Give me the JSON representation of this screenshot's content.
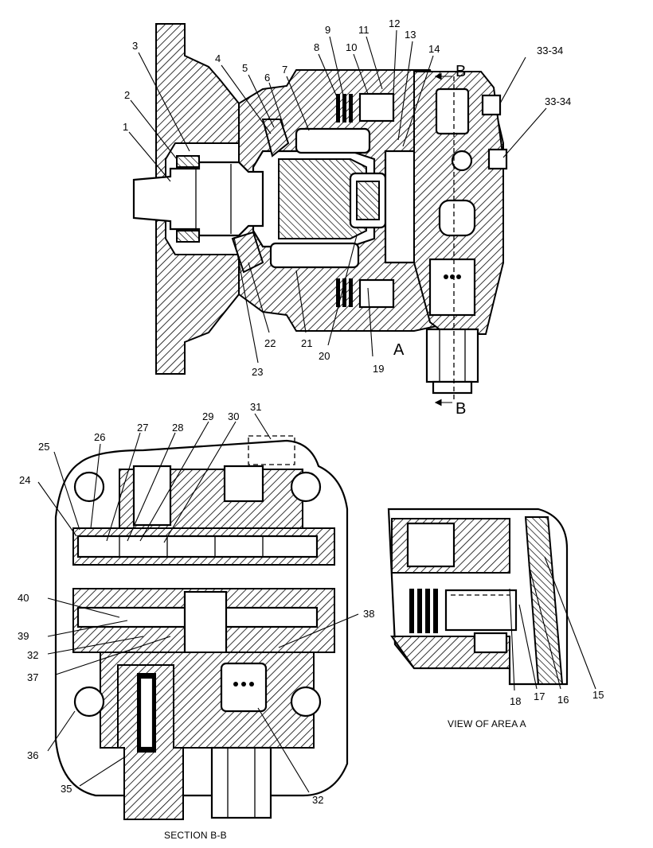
{
  "callouts": {
    "c1": "1",
    "c2": "2",
    "c3": "3",
    "c4": "4",
    "c5": "5",
    "c6": "6",
    "c7": "7",
    "c8": "8",
    "c9": "9",
    "c10": "10",
    "c11": "11",
    "c12": "12",
    "c13": "13",
    "c14": "14",
    "c33a": "33-34",
    "c33b": "33-34",
    "c22": "22",
    "c21": "21",
    "c20": "20",
    "c19": "19",
    "c23": "23",
    "c24": "24",
    "c25": "25",
    "c26": "26",
    "c27": "27",
    "c28": "28",
    "c29": "29",
    "c30": "30",
    "c31": "31",
    "c40": "40",
    "c39": "39",
    "c32a": "32",
    "c37": "37",
    "c38": "38",
    "c36": "36",
    "c35": "35",
    "c32b": "32",
    "c18": "18",
    "c17": "17",
    "c16": "16",
    "c15": "15"
  },
  "markers": {
    "area_a": "A",
    "section_b_top": "B",
    "section_b_bottom": "B"
  },
  "captions": {
    "section_bb": "SECTION B-B",
    "view_area_a": "VIEW OF AREA A"
  }
}
